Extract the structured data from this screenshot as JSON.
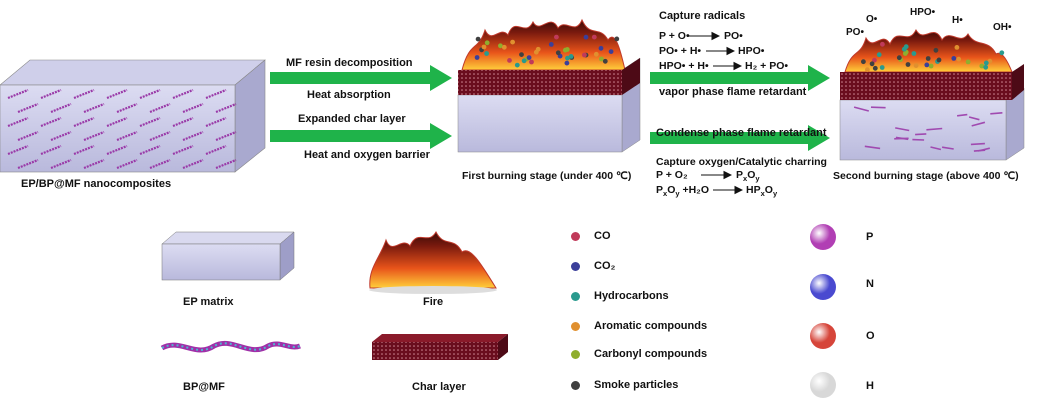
{
  "figure": {
    "composite_label": "EP/BP@MF nanocomposites",
    "arrow1_top": "MF resin decomposition",
    "arrow1_bottom": "Heat absorption",
    "arrow2_top": "Expanded char layer",
    "arrow2_bottom": "Heat and oxygen barrier",
    "stage1_label": "First burning stage (under 400 ℃)",
    "stage2_label": "Second burning stage (above 400 ℃)",
    "capture_radicals": "Capture radicals",
    "radical_eq1": {
      "lhs": "P + O•",
      "rhs": "PO•"
    },
    "radical_eq2": {
      "lhs": "PO• + H•",
      "rhs": "HPO•"
    },
    "radical_eq3": {
      "lhs": "HPO• + H•",
      "rhs": "H₂ + PO•"
    },
    "vapor_phase": "vapor phase flame retardant",
    "condense_phase": "Condense phase flame retardant",
    "capture_oxygen": "Capture oxygen/Catalytic charring",
    "oxy_eq1": {
      "lhs": "P + O₂",
      "rhs": "PxOy"
    },
    "oxy_eq2": {
      "lhs": "PxOy +H₂O",
      "rhs": "HPxOy"
    },
    "gas_labels": [
      "PO•",
      "O•",
      "HPO•",
      "H•",
      "OH•"
    ]
  },
  "legend": {
    "ep_matrix": "EP matrix",
    "fire": "Fire",
    "bp_mf": "BP@MF",
    "char_layer": "Char layer",
    "small_items": [
      {
        "label": "CO",
        "color": "#c03a5a"
      },
      {
        "label": "CO₂",
        "color": "#3b3f9a"
      },
      {
        "label": "Hydrocarbons",
        "color": "#2a9a8e"
      },
      {
        "label": "Aromatic compounds",
        "color": "#e0902f"
      },
      {
        "label": "Carbonyl compounds",
        "color": "#8fae2e"
      },
      {
        "label": "Smoke particles",
        "color": "#404040"
      }
    ],
    "atoms": [
      {
        "label": "P",
        "color": "#b13fb4"
      },
      {
        "label": "N",
        "color": "#4a4ad0"
      },
      {
        "label": "O",
        "color": "#d6453a"
      },
      {
        "label": "H",
        "color": "#d8d8d8"
      }
    ]
  }
}
